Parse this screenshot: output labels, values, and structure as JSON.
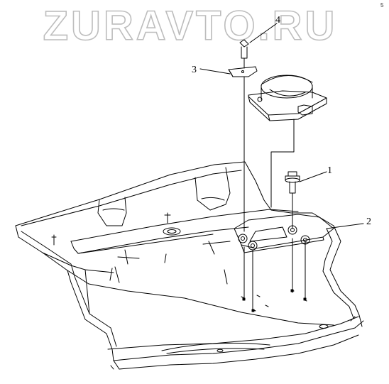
{
  "watermark": {
    "text": "ZURAVTO.RU"
  },
  "corner_mark": "5",
  "callouts": [
    {
      "id": "1",
      "label": "1"
    },
    {
      "id": "2",
      "label": "2"
    },
    {
      "id": "3",
      "label": "3"
    },
    {
      "id": "4",
      "label": "4"
    }
  ],
  "colors": {
    "line": "#000000",
    "watermark": "#c8c8c8",
    "background": "#ffffff"
  }
}
